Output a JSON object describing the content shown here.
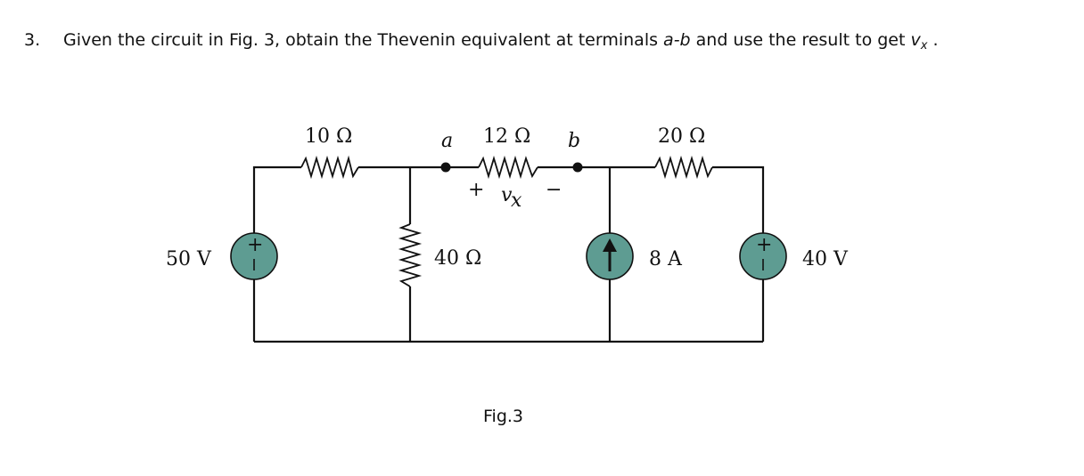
{
  "question": {
    "number": "3.",
    "text_before": "Given the circuit in Fig. 3, obtain the Thevenin equivalent at terminals ",
    "terminals": "a-b",
    "text_middle": " and use the result to get ",
    "var": "v",
    "var_sub": "x",
    "text_end": " ."
  },
  "circuit": {
    "r1_label": "10 Ω",
    "r2_label": "12 Ω",
    "r3_label": "20 Ω",
    "r4_label": "40 Ω",
    "terminal_a": "a",
    "terminal_b": "b",
    "vx_plus": "+",
    "vx_minus": "−",
    "vx_var": "v",
    "vx_sub": "x",
    "source_v1_label": "50 V",
    "source_v2_label": "40 V",
    "source_i_label": "8 A",
    "plus_sign": "+",
    "minus_sign": "−",
    "source_color": "#5e9c92"
  },
  "figure_caption": "Fig.3"
}
